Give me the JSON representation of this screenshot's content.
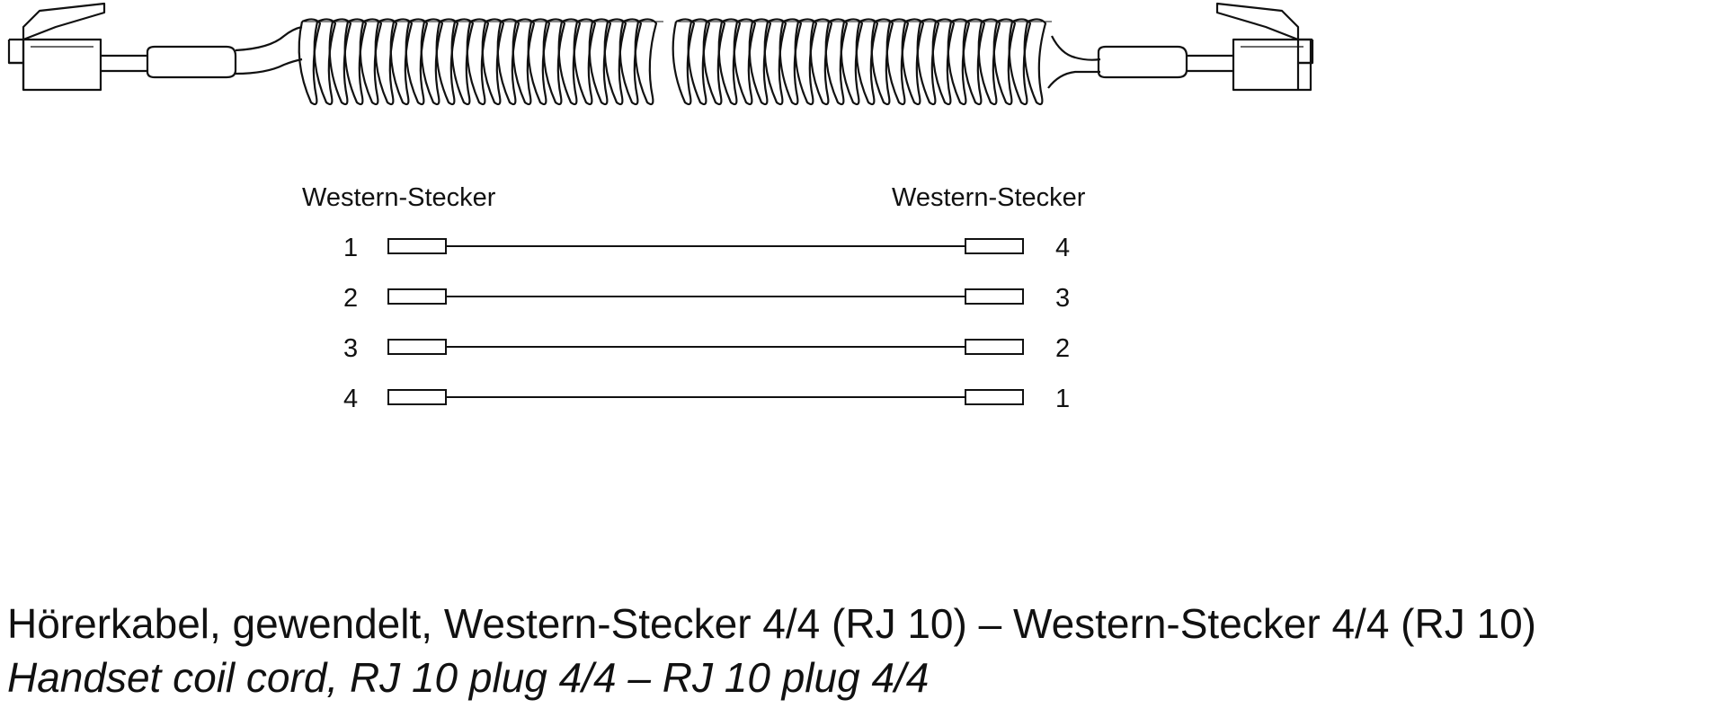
{
  "diagram": {
    "left_connector_label": "Western-Stecker",
    "right_connector_label": "Western-Stecker",
    "wiring": [
      {
        "left_pin": "1",
        "right_pin": "4"
      },
      {
        "left_pin": "2",
        "right_pin": "3"
      },
      {
        "left_pin": "3",
        "right_pin": "2"
      },
      {
        "left_pin": "4",
        "right_pin": "1"
      }
    ]
  },
  "caption": {
    "german": "Hörerkabel, gewendelt, Western-Stecker 4/4 (RJ 10)  –  Western-Stecker 4/4 (RJ 10)",
    "english": "Handset coil cord, RJ 10 plug 4/4 – RJ 10 plug 4/4"
  }
}
